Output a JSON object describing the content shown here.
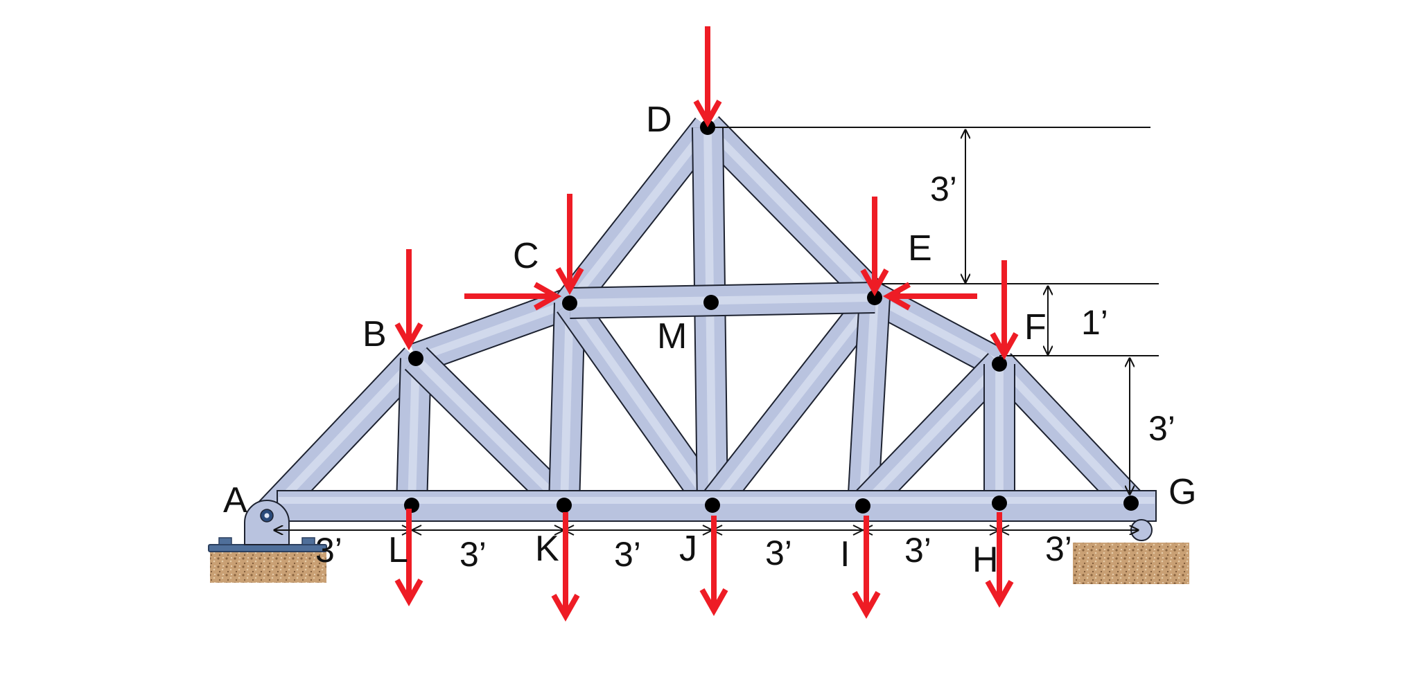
{
  "figure": {
    "nodes": {
      "A": "A",
      "B": "B",
      "C": "C",
      "D": "D",
      "E": "E",
      "F": "F",
      "G": "G",
      "H": "H",
      "I": "I",
      "J": "J",
      "K": "K",
      "L": "L",
      "M": "M"
    },
    "dimensions": {
      "span_AL": "3’",
      "span_LK": "3’",
      "span_KJ": "3’",
      "span_JI": "3’",
      "span_IH": "3’",
      "span_HG": "3’",
      "height_DE": "3’",
      "height_EF": "1’",
      "height_FG": "3’"
    },
    "colors": {
      "member_fill": "#b9c3df",
      "member_stroke": "#1d2230",
      "load_arrow": "#ee1c25",
      "joint": "#000000",
      "ground": "#c8a27a",
      "pin_plate": "#4f6f9a"
    },
    "supports": {
      "left": "pin-support",
      "right": "roller-support"
    }
  }
}
